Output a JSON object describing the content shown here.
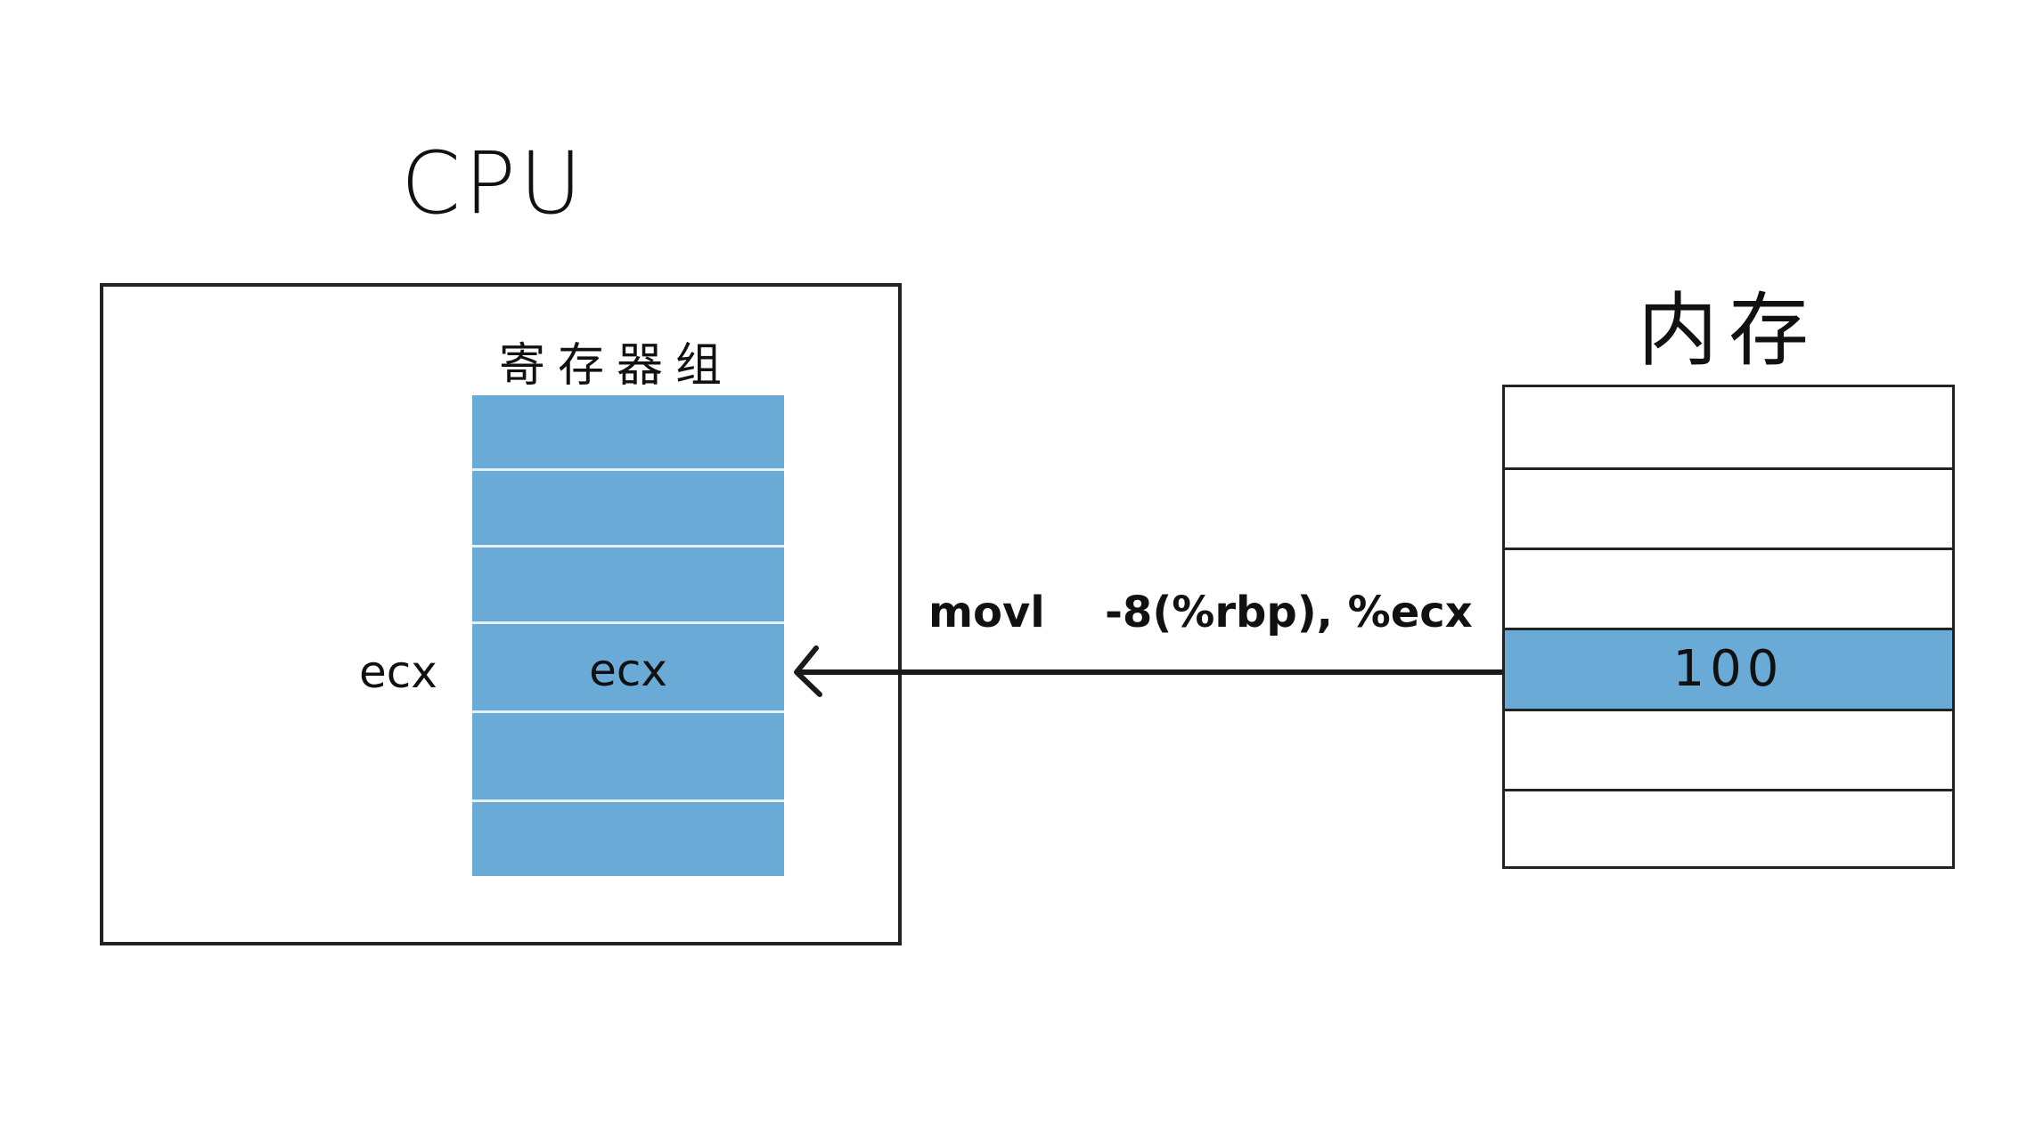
{
  "cpu": {
    "title": "CPU",
    "register_group": {
      "title": "寄存器组",
      "rows": [
        "",
        "",
        "",
        "ecx",
        "",
        ""
      ]
    },
    "external_label": "ecx"
  },
  "instruction": {
    "op": "movl",
    "args": "-8(%rbp), %ecx"
  },
  "memory": {
    "title": "内存",
    "cells": [
      "",
      "",
      "",
      "100",
      "",
      ""
    ]
  },
  "colors": {
    "register_fill": "#6aaad6",
    "highlight_cell": "#6aaad6",
    "stroke": "#222222"
  }
}
